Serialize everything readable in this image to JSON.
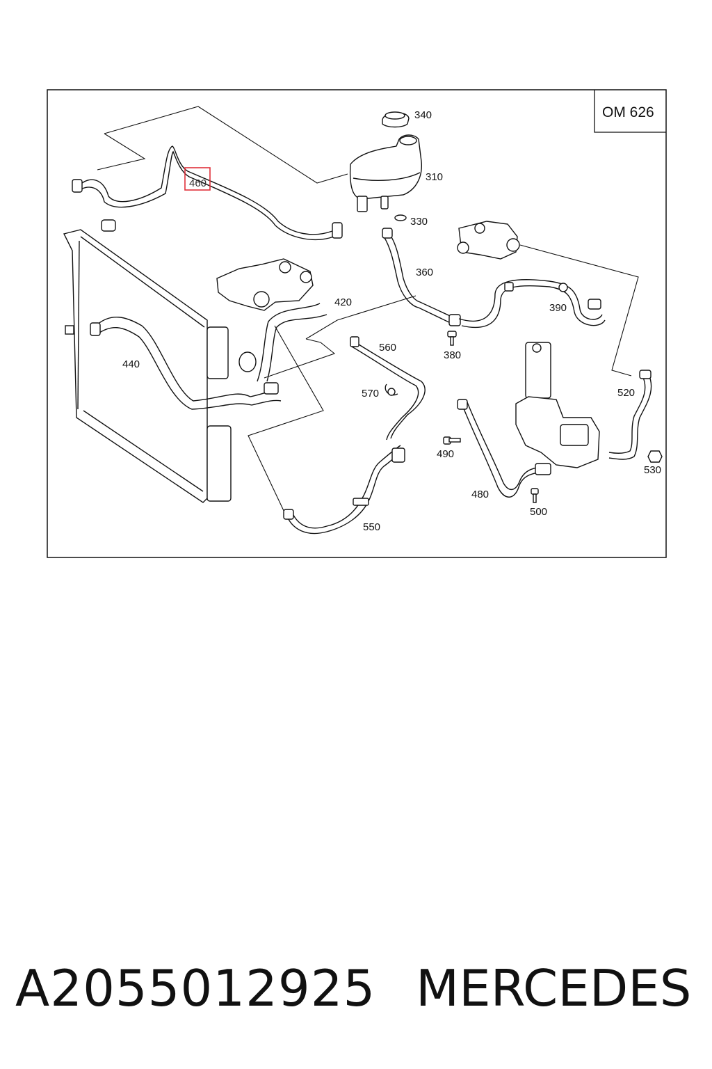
{
  "diagram": {
    "engine_code": "OM 626",
    "highlighted_part": "460",
    "parts": [
      {
        "id": "p340",
        "label": "340"
      },
      {
        "id": "p310",
        "label": "310"
      },
      {
        "id": "p330",
        "label": "330"
      },
      {
        "id": "p460",
        "label": "460"
      },
      {
        "id": "p360",
        "label": "360"
      },
      {
        "id": "p420",
        "label": "420"
      },
      {
        "id": "p390",
        "label": "390"
      },
      {
        "id": "p380",
        "label": "380"
      },
      {
        "id": "p440",
        "label": "440"
      },
      {
        "id": "p560",
        "label": "560"
      },
      {
        "id": "p570",
        "label": "570"
      },
      {
        "id": "p520",
        "label": "520"
      },
      {
        "id": "p490",
        "label": "490"
      },
      {
        "id": "p530",
        "label": "530"
      },
      {
        "id": "p480",
        "label": "480"
      },
      {
        "id": "p500",
        "label": "500"
      },
      {
        "id": "p550",
        "label": "550"
      }
    ],
    "highlight_color": "#e0303a"
  },
  "footer": {
    "part_number": "A2055012925",
    "brand": "MERCEDES"
  }
}
